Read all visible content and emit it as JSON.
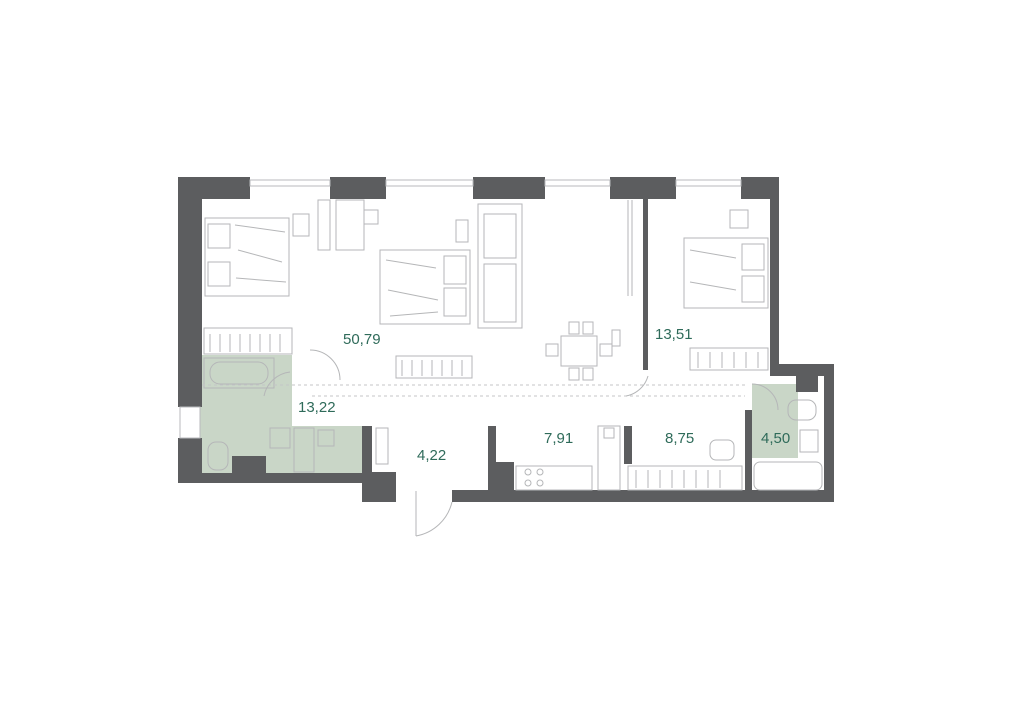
{
  "plan": {
    "rooms": [
      {
        "id": "living",
        "area": "50,79"
      },
      {
        "id": "bedroom",
        "area": "13,51"
      },
      {
        "id": "bathroom",
        "area": "13,22"
      },
      {
        "id": "entrance",
        "area": "4,22"
      },
      {
        "id": "kitchen",
        "area": "7,91"
      },
      {
        "id": "hall",
        "area": "8,75"
      },
      {
        "id": "wc",
        "area": "4,50"
      }
    ],
    "colors": {
      "wall": "#5c5d5f",
      "wet_zone": "#c9d6c7",
      "area_label": "#2f6b5a",
      "furniture_line": "#b5b6b8"
    }
  }
}
